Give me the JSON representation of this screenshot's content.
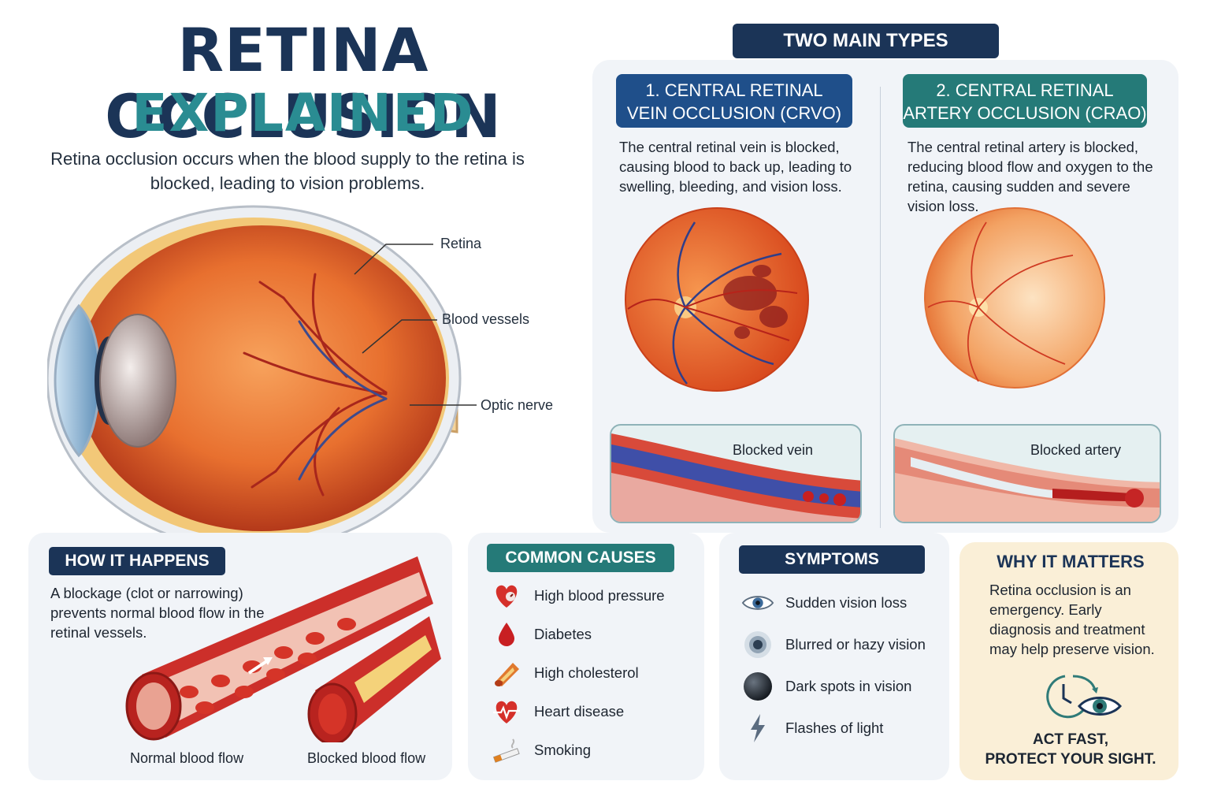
{
  "title": {
    "line1": "RETINA OCCLUSION",
    "line2": "EXPLAINED"
  },
  "intro": "Retina occlusion occurs when the blood supply to the retina is blocked, leading to vision problems.",
  "eye_labels": {
    "retina": "Retina",
    "blood_vessels": "Blood vessels",
    "optic_nerve": "Optic nerve"
  },
  "types": {
    "banner": "TWO MAIN TYPES",
    "crvo": {
      "title_line1": "1. CENTRAL RETINAL",
      "title_line2": "VEIN OCCLUSION (CRVO)",
      "description": "The central retinal vein is blocked, causing blood to back up, leading to swelling, bleeding, and vision loss.",
      "vessel_label": "Blocked vein"
    },
    "crao": {
      "title_line1": "2. CENTRAL RETINAL",
      "title_line2": "ARTERY OCCLUSION (CRAO)",
      "description": "The central retinal artery is blocked, reducing blood flow and oxygen to the retina, causing sudden and severe vision loss.",
      "vessel_label": "Blocked artery"
    }
  },
  "how_it_happens": {
    "title": "HOW IT HAPPENS",
    "description": "A blockage (clot or narrowing) prevents normal blood flow in the retinal vessels.",
    "normal_label": "Normal blood flow",
    "blocked_label": "Blocked blood flow"
  },
  "causes": {
    "title": "COMMON CAUSES",
    "items": [
      {
        "label": "High blood pressure",
        "icon": "heart-gauge-icon"
      },
      {
        "label": "Diabetes",
        "icon": "blood-drop-icon"
      },
      {
        "label": "High cholesterol",
        "icon": "artery-plaque-icon"
      },
      {
        "label": "Heart disease",
        "icon": "heart-pulse-icon"
      },
      {
        "label": "Smoking",
        "icon": "cigarette-icon"
      }
    ]
  },
  "symptoms": {
    "title": "SYMPTOMS",
    "items": [
      {
        "label": "Sudden vision loss",
        "icon": "eye-icon"
      },
      {
        "label": "Blurred or hazy vision",
        "icon": "blur-icon"
      },
      {
        "label": "Dark spots in vision",
        "icon": "dark-spot-icon"
      },
      {
        "label": "Flashes of light",
        "icon": "lightning-icon"
      }
    ]
  },
  "why": {
    "title": "WHY IT MATTERS",
    "description": "Retina occlusion is an emergency. Early diagnosis and treatment may help preserve vision.",
    "cta_line1": "ACT FAST,",
    "cta_line2": "PROTECT YOUR SIGHT."
  },
  "colors": {
    "navy": "#1b3457",
    "teal": "#257a78",
    "panel": "#f1f4f8",
    "cream": "#faefd7"
  }
}
